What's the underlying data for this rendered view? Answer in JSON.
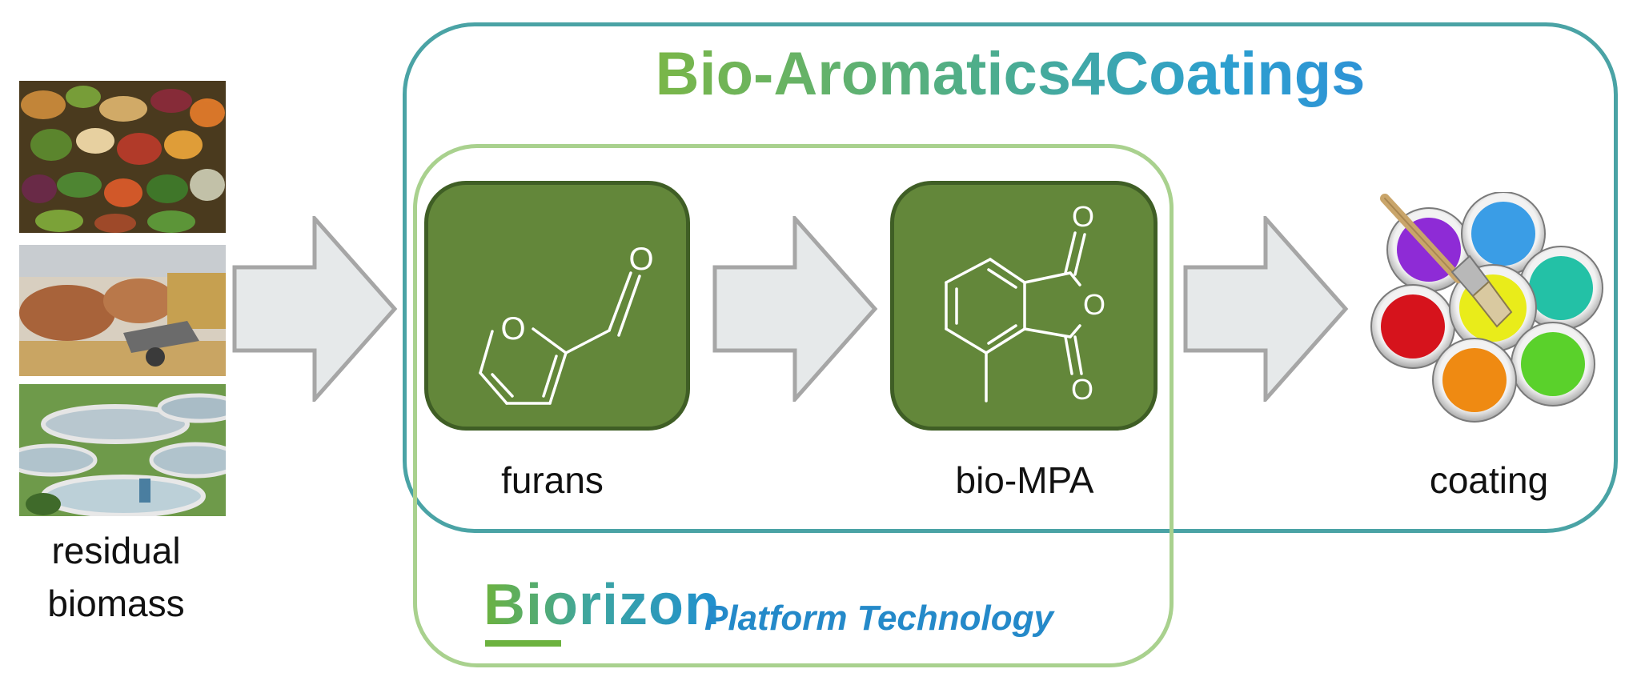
{
  "title": "Bio-Aromatics4Coatings",
  "labels": {
    "residual_line1": "residual",
    "residual_line2": "biomass",
    "furans": "furans",
    "bio_mpa": "bio-MPA",
    "coating": "coating"
  },
  "platform": {
    "logo": "Biorizon",
    "tagline": "Platform Technology"
  },
  "colors": {
    "project_frame": "#4aa3a5",
    "platform_frame": "#a9d18e",
    "molecule_box": "#63873a",
    "arrow_fill": "#e6e9ea",
    "arrow_stroke": "#a6a6a6"
  },
  "paint_colors": [
    "#8e2bd6",
    "#3a9de6",
    "#23c1a6",
    "#d6131c",
    "#e9ec1a",
    "#5ad12b",
    "#ef8a12"
  ]
}
